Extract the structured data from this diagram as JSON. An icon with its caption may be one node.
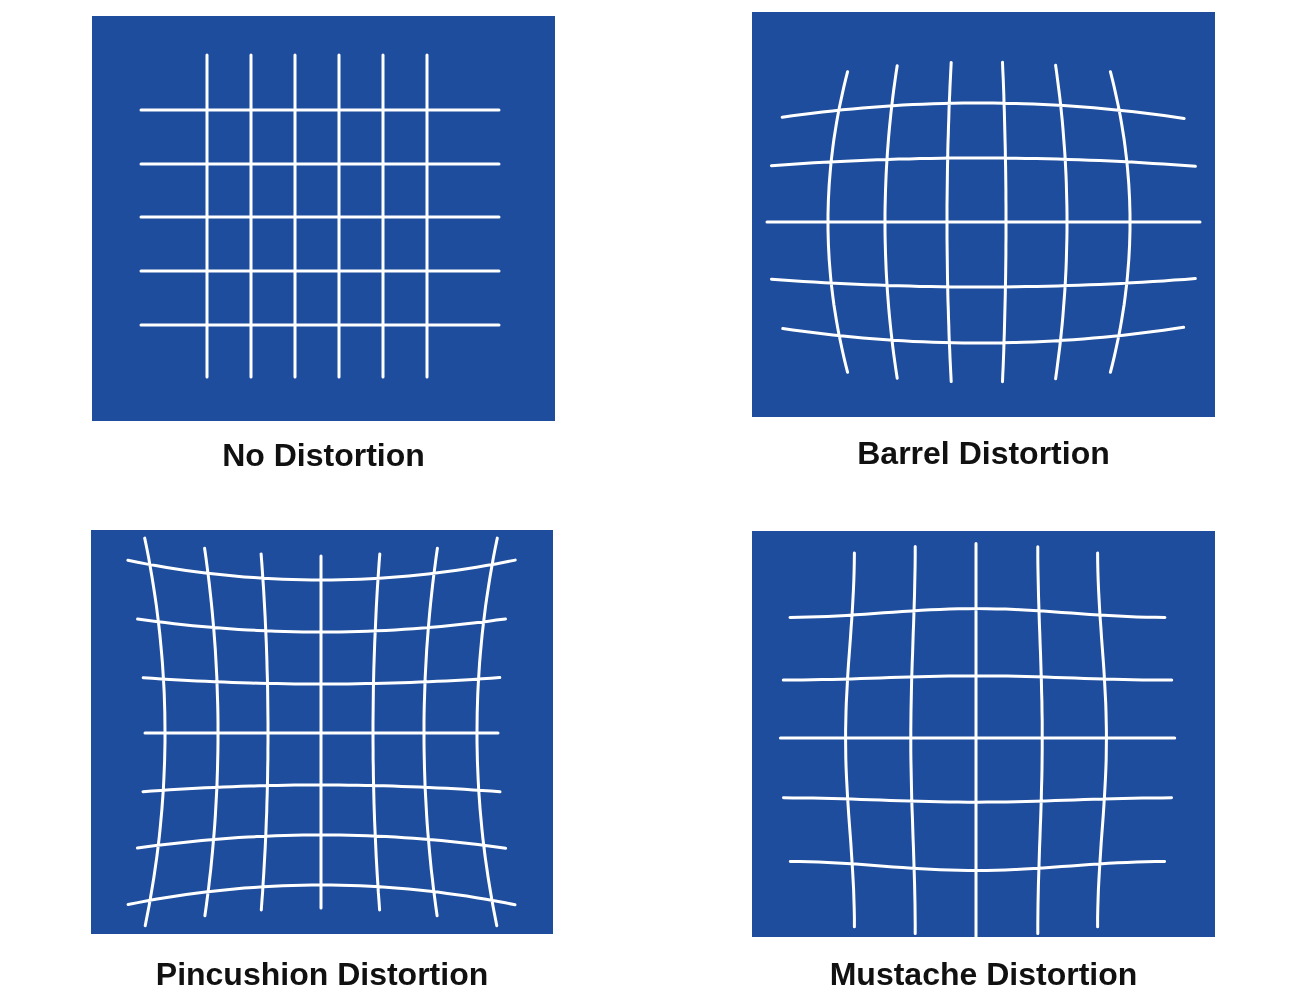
{
  "diagram": {
    "nodes": [
      {
        "text": [
          "No Distortion"
        ]
      },
      {
        "text": [
          "Barrel Distortion"
        ]
      },
      {
        "text": [
          "Pincushion Distortion"
        ]
      },
      {
        "text": [
          "Mustache Distortion"
        ]
      }
    ]
  }
}
